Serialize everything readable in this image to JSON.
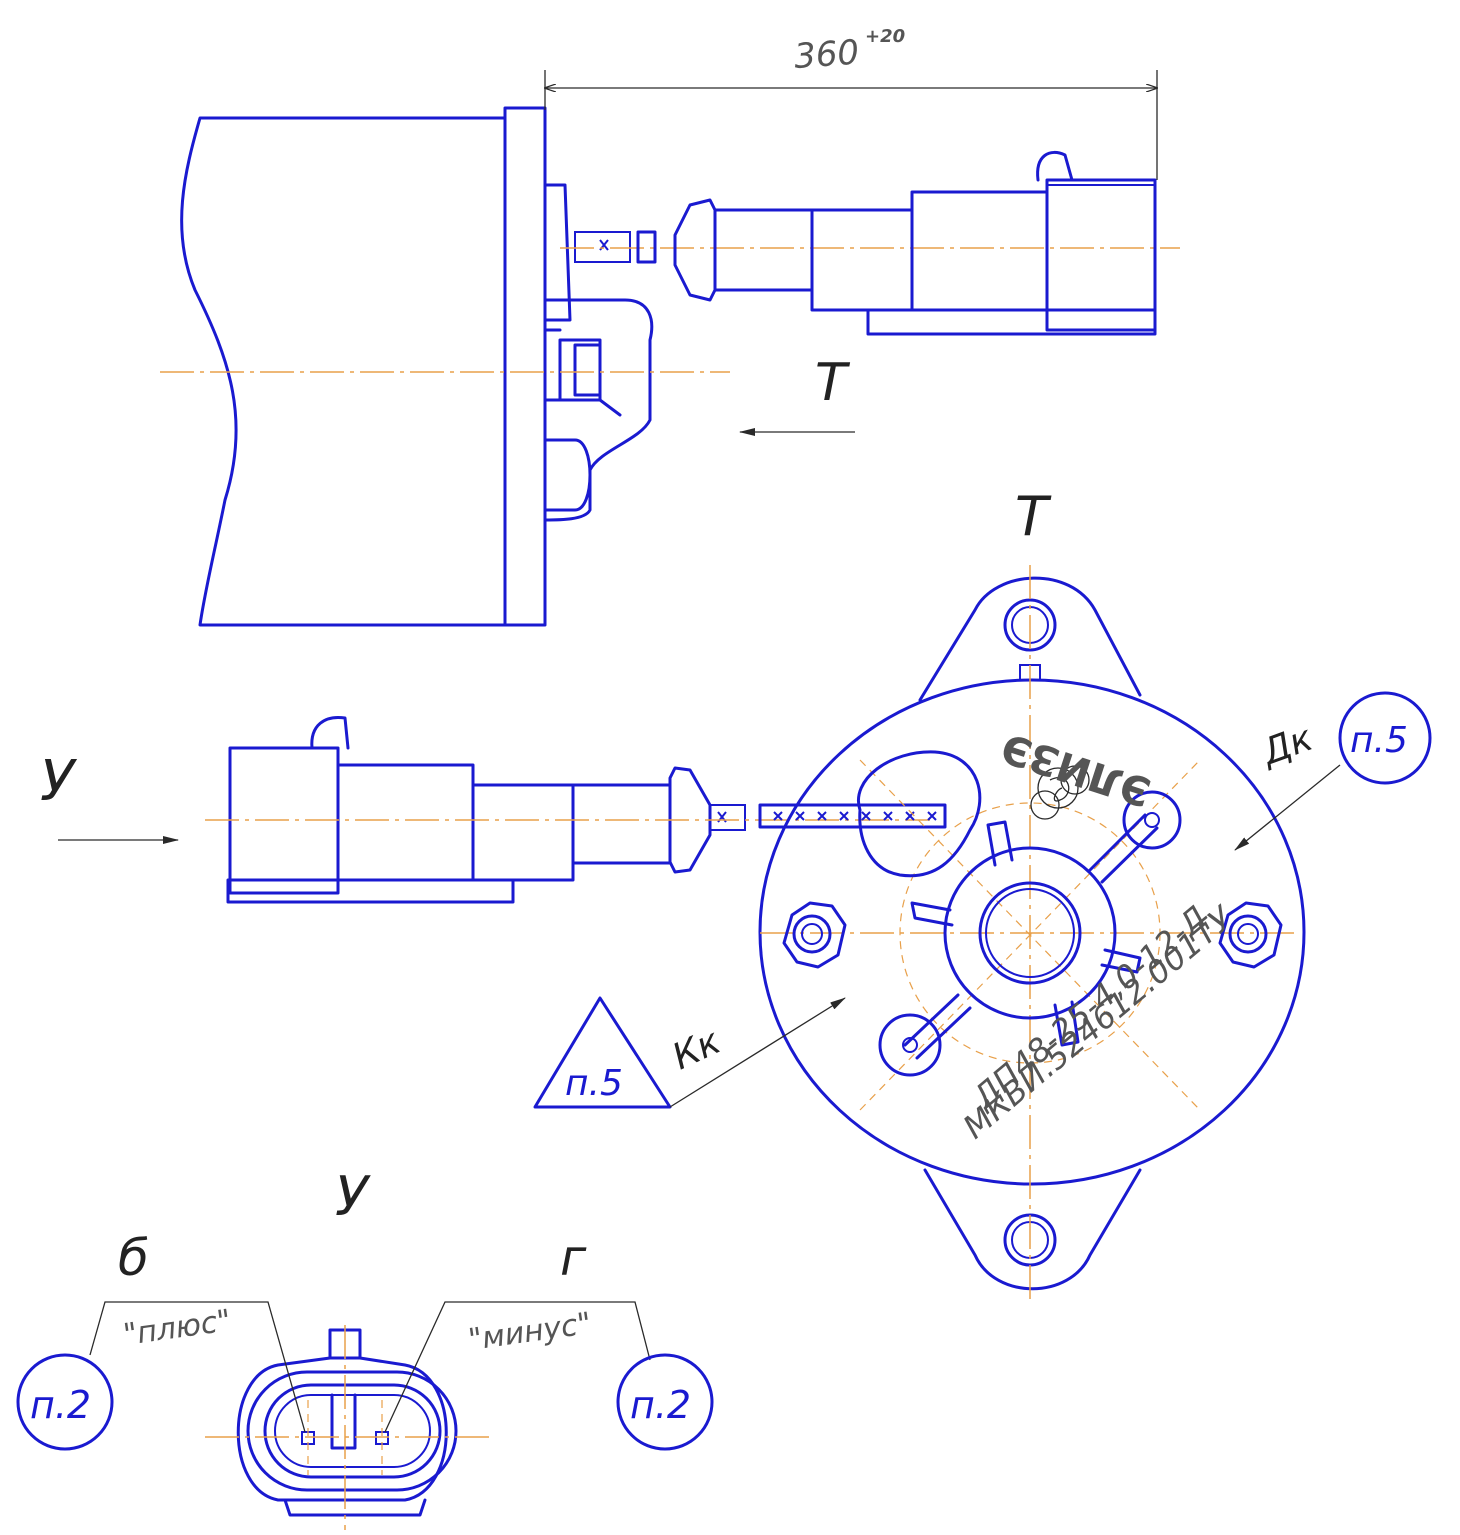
{
  "dimension": {
    "value": "360",
    "tolerance": "+20"
  },
  "view_labels": {
    "t_side": "Т",
    "t_top": "Т",
    "u_side": "У",
    "u_bottom": "У"
  },
  "callouts": {
    "dk": {
      "label": "Дк",
      "ref": "п.5"
    },
    "kk": {
      "label": "Кк",
      "ref": "п.5"
    },
    "plus": {
      "letter": "б",
      "name": "\"плюс\"",
      "ref": "п.2"
    },
    "minus": {
      "letter": "г",
      "name": "\"минус\"",
      "ref": "п.2"
    }
  },
  "motor_marking": {
    "brand": "ЭЛИЗЭ",
    "model": "ДП48-25-4,0-12-Д",
    "spec": "МКВИ.524612.001ТУ"
  },
  "colors": {
    "lines": "#1a1ad0",
    "centerlines": "#e8a04a",
    "leaders": "#2a2a2a"
  }
}
